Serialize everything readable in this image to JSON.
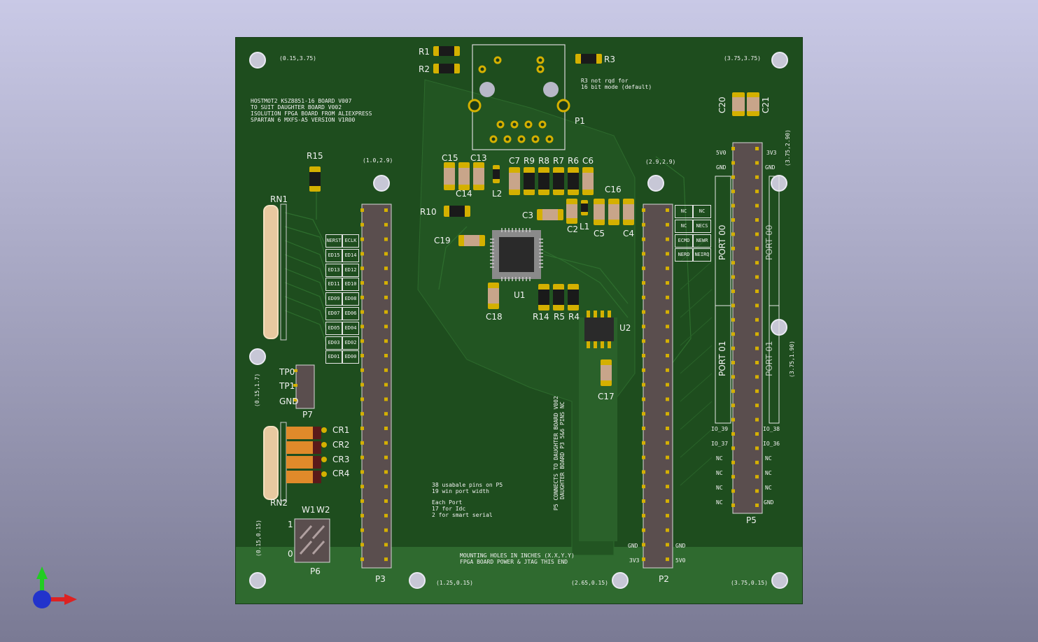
{
  "title_block": {
    "line1": "HOSTMOT2 KSZ8851-16 BOARD V007",
    "line2": "TO SUIT DAUGHTER BOARD V002",
    "line3": "ISOLUTION FPGA BOARD FROM ALIEXPRESS",
    "line4": "SPARTAN 6 MXFS-A5 VERSION V1R00"
  },
  "coords": {
    "c1": "(0.15,3.75)",
    "c2": "(3.75,3.75)",
    "c3": "(1.0,2.9)",
    "c4": "(2.9,2.9)",
    "c5": "(3.75,2.90)",
    "c6": "(3.75,1.90)",
    "c7": "(0.15,1.7)",
    "c8": "(0.15,0.15)",
    "c9": "(1.25,0.15)",
    "c10": "(2.65,0.15)",
    "c11": "(3.75,0.15)"
  },
  "refs": {
    "r1": "R1",
    "r2": "R2",
    "r3": "R3",
    "p1": "P1",
    "c20": "C20",
    "c21": "C21",
    "r15": "R15",
    "c15": "C15",
    "c13": "C13",
    "c14": "C14",
    "l2": "L2",
    "c7": "C7",
    "r9": "R9",
    "r8": "R8",
    "r7": "R7",
    "r6": "R6",
    "c6": "C6",
    "c16": "C16",
    "rn1": "RN1",
    "r10": "R10",
    "c3": "C3",
    "c2": "C2",
    "l1": "L1",
    "c5": "C5",
    "c4": "C4",
    "c19": "C19",
    "u1": "U1",
    "c18": "C18",
    "r14": "R14",
    "r5": "R5",
    "r4": "R4",
    "u2": "U2",
    "c17": "C17",
    "tp0": "TP0",
    "tp1": "TP1",
    "gnd": "GND",
    "p7": "P7",
    "cr1": "CR1",
    "cr2": "CR2",
    "cr3": "CR3",
    "cr4": "CR4",
    "rn2": "RN2",
    "w1": "W1",
    "w2": "W2",
    "one": "1",
    "zero": "0",
    "p6": "P6",
    "p3": "P3",
    "p2": "P2",
    "p5": "P5"
  },
  "notes": {
    "r3_note1": "R3 not rqd for",
    "r3_note2": "16 bit mode (default)",
    "p5_note1": "38 usabale pins on P5",
    "p5_note2": "19 win port width",
    "port_note1": "Each Port",
    "port_note2": "17 for Idc",
    "port_note3": "2 for smart serial",
    "daughter1": "P5 CONNECTS TO DAUGHTER BOARD V002",
    "daughter2": "DAUGHTER BOARD P3 5&6 PINS NC",
    "mount1": "MOUNTING HOLES IN INCHES (X.X,Y.Y)",
    "mount2": "FPGA BOARD POWER & JTAG THIS END"
  },
  "signal_table_left": {
    "header": [
      "NERST",
      "ECLK"
    ],
    "rows": [
      [
        "ED15",
        "ED14"
      ],
      [
        "ED13",
        "ED12"
      ],
      [
        "ED11",
        "ED10"
      ],
      [
        "ED09",
        "ED08"
      ],
      [
        "ED07",
        "ED06"
      ],
      [
        "ED05",
        "ED04"
      ],
      [
        "ED03",
        "ED02"
      ],
      [
        "ED01",
        "ED00"
      ]
    ]
  },
  "signal_table_right": {
    "rows": [
      [
        "NC",
        "NC"
      ],
      [
        "NC",
        "NECS"
      ],
      [
        "ECMD",
        "NEWR"
      ],
      [
        "NERD",
        "NEIRQ"
      ]
    ]
  },
  "ports": {
    "port00": "PORT 00",
    "port01": "PORT 01"
  },
  "p5_labels": {
    "v5": "5V0",
    "gnd_l": "GND",
    "v33": "3V3",
    "gnd_r": "GND",
    "io39": "IO_39",
    "io37": "IO_37",
    "io38": "IO_38",
    "io36": "IO_36",
    "nc": "NC",
    "gnd_b": "GND"
  },
  "p2_labels": {
    "gnd1": "GND",
    "v33": "3V3",
    "gnd2": "GND",
    "v5": "5V0"
  },
  "colors": {
    "board": "#1e4d1e",
    "silk": "#f2f2f2",
    "copper": "#d4b000",
    "header": "#4a4040"
  }
}
